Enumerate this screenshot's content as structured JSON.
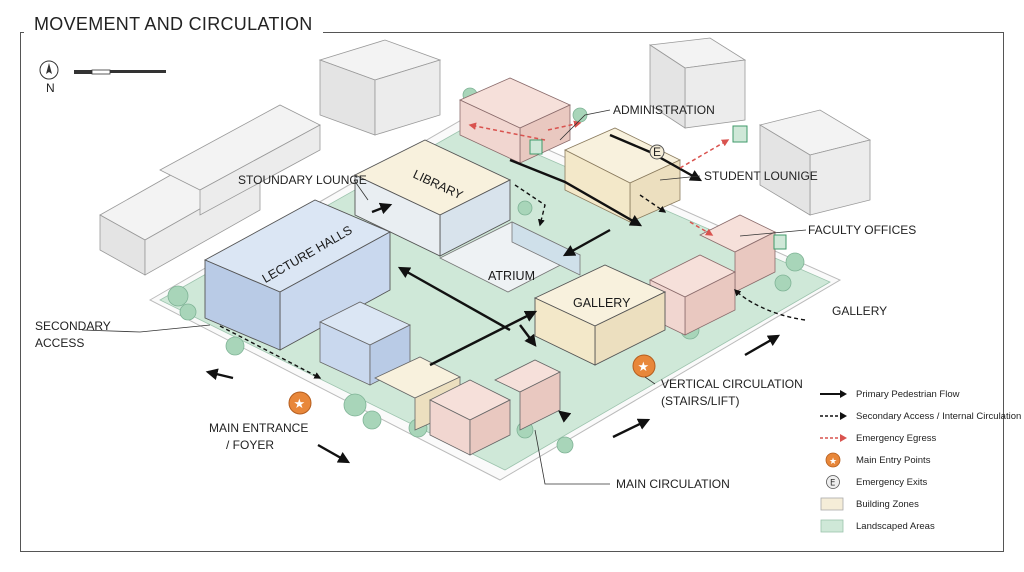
{
  "title": "MOVEMENT AND CIRCULATION",
  "north": "N",
  "buildings": {
    "library": "LIBRARY",
    "lecture_halls": "LECTURE HALLS",
    "atrium": "ATRIUM",
    "gallery": "GALLERY"
  },
  "callouts": {
    "administration": "ADMINISTRATION",
    "secondary_lounge": "STOUNDARY LOUNGE",
    "student_lounge": "STUDENT LOUNIGE",
    "faculty_offices": "FACULTY OFFICES",
    "gallery_right": "GALLERY",
    "secondary_access_1": "SECONDARY",
    "secondary_access_2": "ACCESS",
    "main_entrance_1": "MAIN ENTRANCE",
    "main_entrance_2": "/ FOYER",
    "vertical_1": "VERTICAL CIRCULATION",
    "vertical_2": "(STAIRS/LIFT)",
    "main_circulation": "MAIN CIRCULATION"
  },
  "emergency_exit_letter": "E",
  "legend": [
    {
      "key": "primary",
      "label": "Primary Pedestrian Flow"
    },
    {
      "key": "secondary",
      "label": "Secondary Access / Internal Circulation"
    },
    {
      "key": "egress",
      "label": "Emergency Egress"
    },
    {
      "key": "entry",
      "label": "Main Entry Points"
    },
    {
      "key": "exits",
      "label": "Emergency Exits",
      "symbol": "E"
    },
    {
      "key": "zones",
      "label": "Building Zones"
    },
    {
      "key": "landscape",
      "label": "Landscaped Areas"
    }
  ],
  "colors": {
    "landscape": "#cfe8d8",
    "building_zone": "#f5edd8",
    "lecture_blue": "#c9d8ee",
    "pink": "#f1d6d0",
    "egress_red": "#d9534f",
    "entry_orange": "#e8873a",
    "context_gray": "#f2f2f2"
  }
}
